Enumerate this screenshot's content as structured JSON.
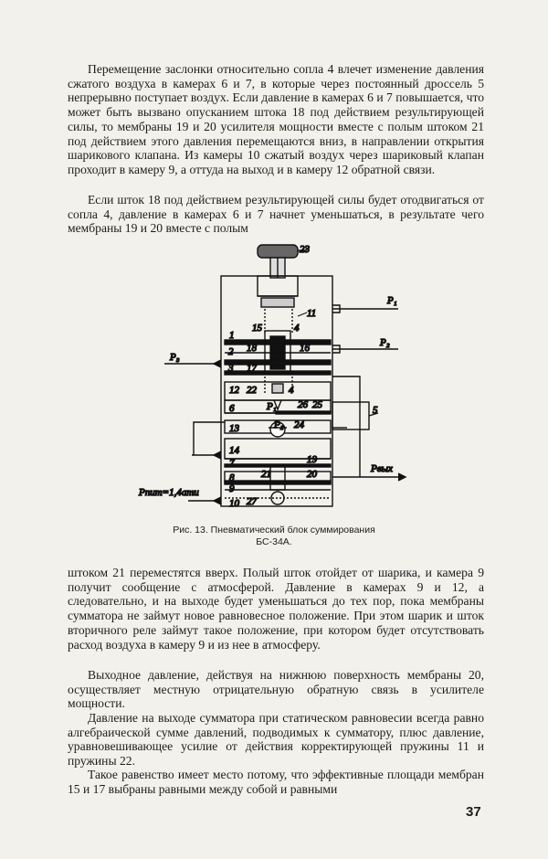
{
  "paragraphs": {
    "p1": "Перемещение заслонки относительно сопла 4 влечет изменение давления сжатого воздуха в камерах 6 и 7, в которые через постоянный дроссель 5 непрерывно поступает воздух. Если давление в камерах 6 и 7 повышается, что может быть вызвано опусканием штока 18 под действием результирующей силы, то мембраны 19 и 20 усилителя мощности вместе с полым штоком 21 под действием этого давления перемещаются вниз, в направлении открытия шарикового клапана. Из камеры 10 сжатый воздух через шариковый клапан проходит в камеру 9, а оттуда на выход и в камеру 12 обратной связи.",
    "p2": "Если шток 18 под действием результирующей силы будет отодвигаться от сопла 4, давление в камерах 6 и 7 начнет уменьшаться, в результате чего мембраны 19 и 20 вместе с полым",
    "p3": "штоком 21 переместятся вверх. Полый шток отойдет от шарика, и камера 9 получит сообщение с атмосферой. Давление в камерах 9 и 12, а следовательно, и на выходе будет уменьшаться до тех пор, пока мембраны сумматора не займут новое равновесное положение. При этом шарик и шток вторичного реле займут такое положение, при котором будет отсутствовать расход воздуха в камеру 9 и из нее в атмосферу.",
    "p4": "Выходное давление, действуя на нижнюю поверхность мембраны 20, осуществляет местную отрицательную обратную связь в усилителе мощности.",
    "p5": "Давление на выходе сумматора при статическом равновесии всегда равно алгебраической сумме давлений, подводимых к сумматору, плюс давление, уравновешивающее усилие от действия корректирующей пружины 11 и пружины 22.",
    "p6": "Такое равенство имеет место потому, что эффективные площади мембран 15 и 17 выбраны равными между собой и равными"
  },
  "figure": {
    "caption_line1": "Рис. 13. Пневматический блок суммирования",
    "caption_line2": "БС-34А.",
    "labels": {
      "n23": "23",
      "P1_top": "P₁",
      "n11": "11",
      "n15": "15",
      "n4a": "4",
      "n1": "1",
      "n18": "18",
      "n16": "16",
      "P2": "P₂",
      "P3": "P₃",
      "n2": "2",
      "n3": "3",
      "n17": "17",
      "n12": "12",
      "n22": "22",
      "n4b": "4",
      "n6": "6",
      "p1_inner": "P₁",
      "n26": "26",
      "n25": "25",
      "n5": "5",
      "n13": "13",
      "p2_inner": "P₂",
      "n24": "24",
      "n14": "14",
      "n7": "7",
      "n19": "19",
      "n8": "8",
      "n21": "21",
      "n20": "20",
      "Pvyx": "Pвых",
      "n9": "9",
      "Ppit": "Pпит=1,4ати",
      "n10": "10",
      "n27": "27"
    }
  },
  "page_number": "37"
}
